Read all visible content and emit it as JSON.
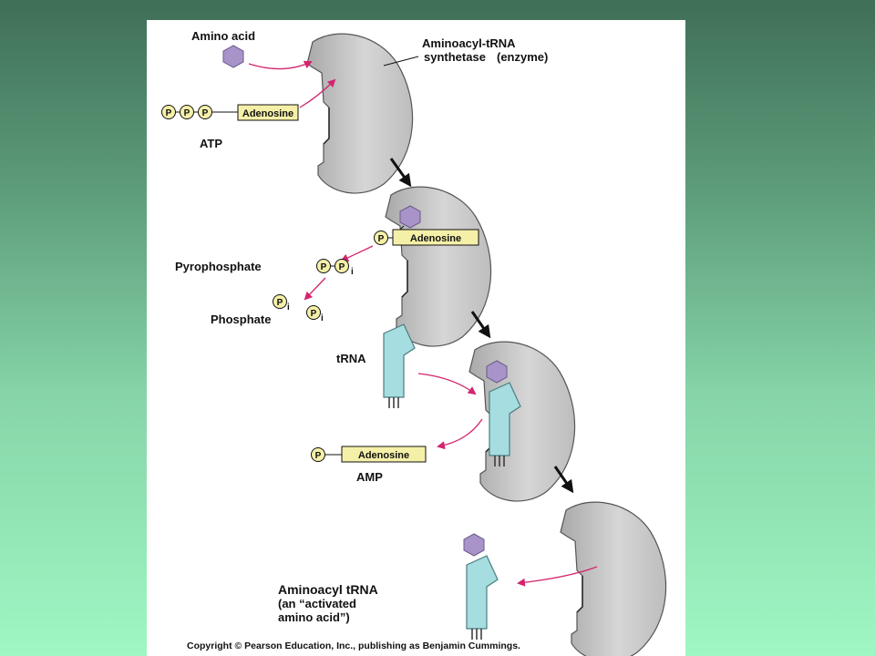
{
  "labels": {
    "amino_acid": "Amino acid",
    "enzyme_line1": "Aminoacyl-tRNA",
    "enzyme_line2": "synthetase",
    "enzyme_paren": "(enzyme)",
    "atp": "ATP",
    "adenosine": "Adenosine",
    "phosphate_symbol": "P",
    "phosphate_sub": "i",
    "pyrophosphate": "Pyrophosphate",
    "phosphate": "Phosphate",
    "trna": "tRNA",
    "amp": "AMP",
    "product_line1": "Aminoacyl tRNA",
    "product_line2": "(an “activated",
    "product_line3": "amino acid”)"
  },
  "copyright": "Copyright © Pearson Education, Inc., publishing as Benjamin Cummings.",
  "colors": {
    "enzyme": "#c4c4c4",
    "amino_acid": "#a894c9",
    "trna": "#a6dde0",
    "phosphate_fill": "#f5f0a8",
    "arrow": "#d4246e"
  }
}
